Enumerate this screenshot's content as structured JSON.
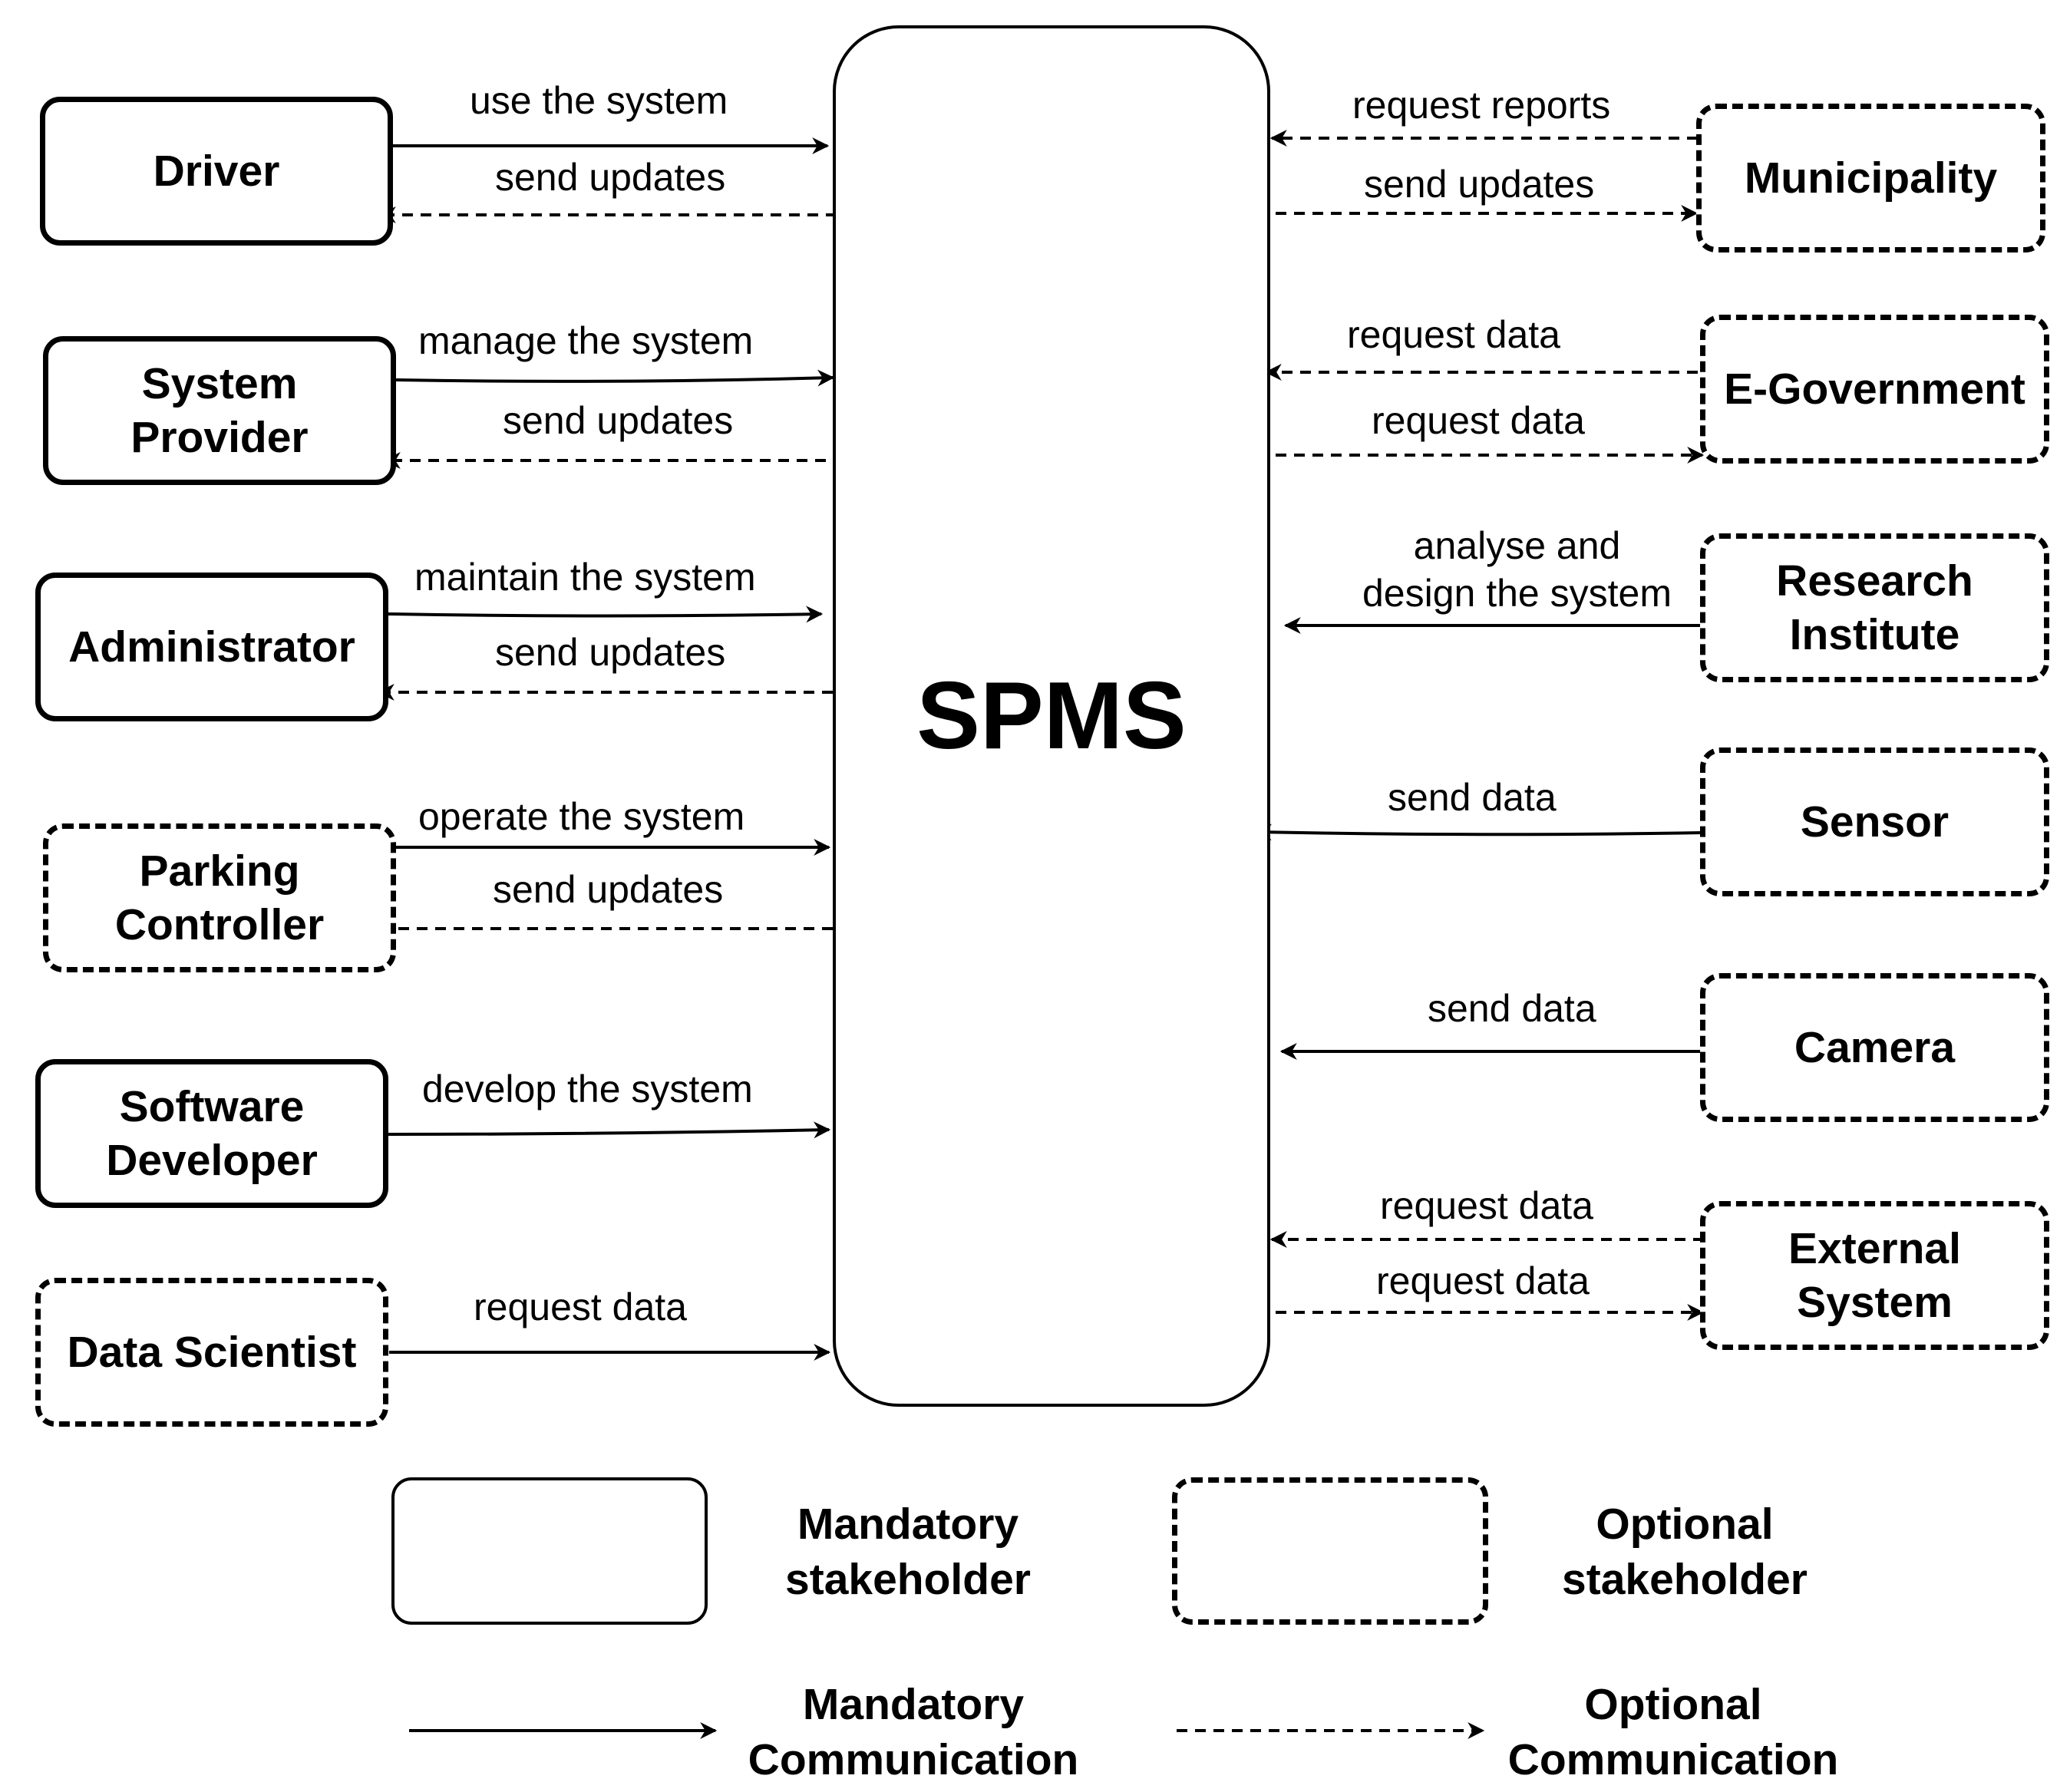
{
  "system": {
    "title": "SPMS"
  },
  "stakeholders": {
    "driver": "Driver",
    "system_provider": "System\nProvider",
    "administrator": "Administrator",
    "parking_controller": "Parking\nController",
    "software_developer": "Software\nDeveloper",
    "data_scientist": "Data Scientist",
    "municipality": "Municipality",
    "e_government": "E-Government",
    "research_institute": "Research\nInstitute",
    "sensor": "Sensor",
    "camera": "Camera",
    "external_system": "External System"
  },
  "flows": {
    "driver_use": "use the system",
    "driver_updates": "send updates",
    "provider_manage": "manage the system",
    "provider_updates": "send updates",
    "admin_maintain": "maintain the system",
    "admin_updates": "send updates",
    "controller_operate": "operate the system",
    "controller_updates": "send updates",
    "developer_develop": "develop the system",
    "scientist_request": "request data",
    "municipality_reports": "request reports",
    "municipality_updates": "send updates",
    "egov_request_in": "request data",
    "egov_request_out": "request data",
    "research_analyse": "analyse and\ndesign the system",
    "sensor_send": "send data",
    "camera_send": "send data",
    "external_request_in": "request data",
    "external_request_out": "request data"
  },
  "legend": {
    "mandatory_stakeholder": "Mandatory\nstakeholder",
    "optional_stakeholder": "Optional\nstakeholder",
    "mandatory_communication": "Mandatory\nCommunication",
    "optional_communication": "Optional\nCommunication"
  }
}
